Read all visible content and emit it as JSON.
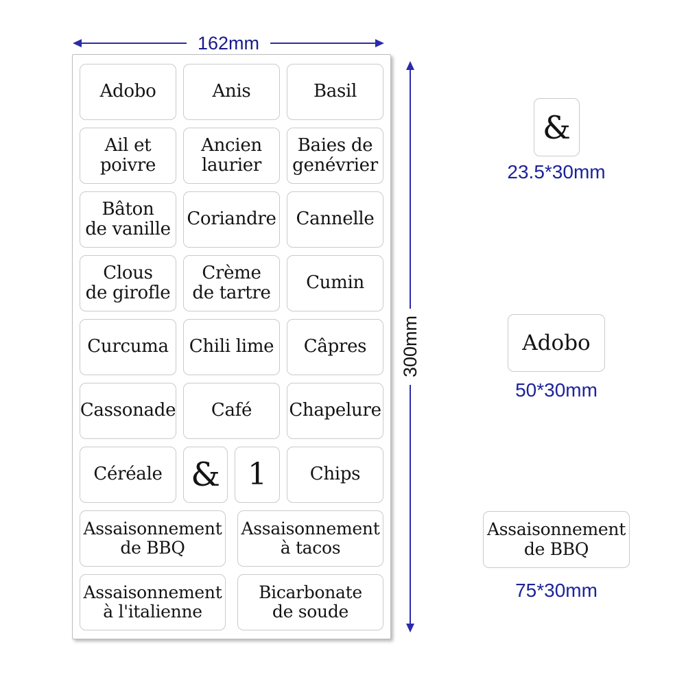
{
  "dimensions": {
    "width": "162mm",
    "height": "300mm"
  },
  "labels": [
    "Adobo",
    "Anis",
    "Basil",
    "Ail et\npoivre",
    "Ancien\nlaurier",
    "Baies de\ngenévrier",
    "Bâton\nde vanille",
    "Coriandre",
    "Cannelle",
    "Clous\nde girofle",
    "Crème\nde tartre",
    "Cumin",
    "Curcuma",
    "Chili lime",
    "Câpres",
    "Cassonade",
    "Café",
    "Chapelure",
    "Céréale",
    "&",
    "1",
    "Chips",
    "Assaisonnement\nde BBQ",
    "Assaisonnement\nà tacos",
    "Assaisonnement\nà l'italienne",
    "Bicarbonate\nde soude"
  ],
  "samples": [
    {
      "label": "&",
      "size": "23.5*30mm"
    },
    {
      "label": "Adobo",
      "size": "50*30mm"
    },
    {
      "label": "Assaisonnement\nde BBQ",
      "size": "75*30mm"
    }
  ],
  "colors": {
    "dimension_width_text": "#1a1a8c",
    "dimension_height_text": "#141414",
    "arrow": "#2b2baa",
    "size_text": "#1c2398",
    "label_text": "#141414",
    "label_border": "#cacaca"
  }
}
